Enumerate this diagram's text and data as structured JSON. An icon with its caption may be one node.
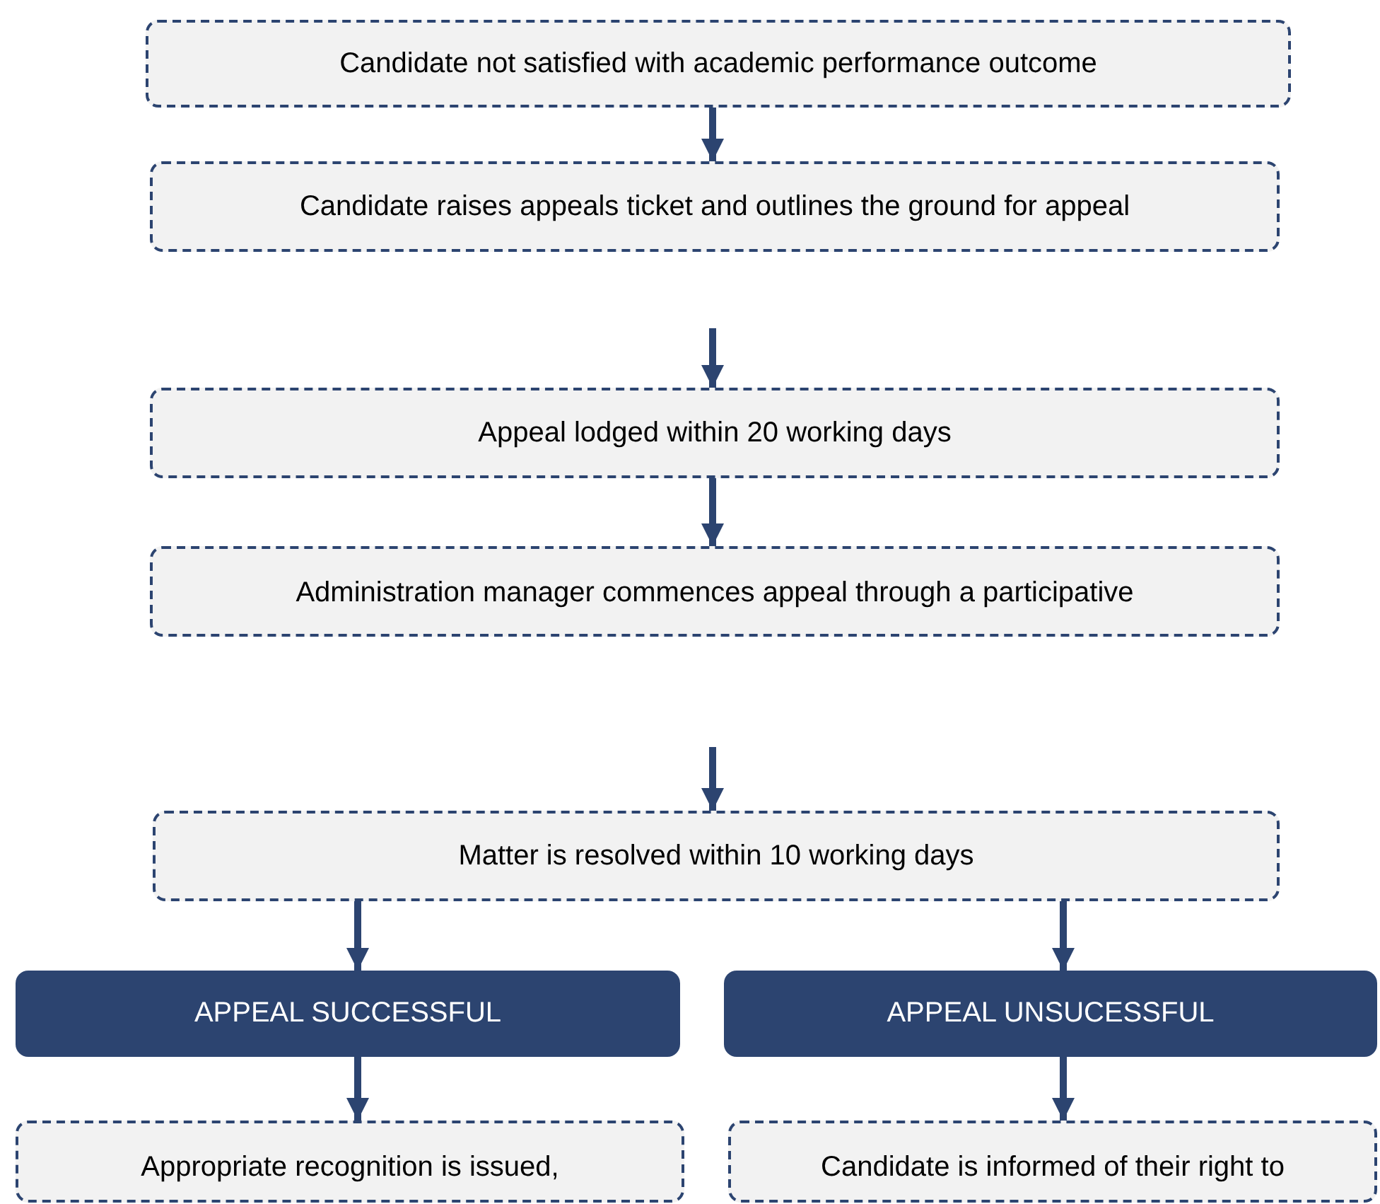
{
  "diagram": {
    "nodes": [
      {
        "text": [
          "Candidate not satisfied with academic performance outcome"
        ]
      },
      {
        "text": [
          "Candidate raises appeals ticket and outlines the ground for appeal"
        ]
      },
      {
        "text": [
          "Appeal lodged within 20 working days"
        ]
      },
      {
        "text": [
          "Administration manager commences appeal through a participative"
        ]
      },
      {
        "text": [
          "Matter is resolved within 10 working days"
        ]
      },
      {
        "text": [
          "APPEAL SUCCESSFUL"
        ]
      },
      {
        "text": [
          "APPEAL UNSUCESSFUL"
        ]
      },
      {
        "text": [
          "Appropriate recognition is issued,"
        ]
      },
      {
        "text": [
          "Candidate is informed of their right to"
        ]
      }
    ],
    "edges": [
      {
        "from": 0,
        "to": 1,
        "arrow": "to"
      },
      {
        "from": null,
        "to": 2,
        "arrow": "to"
      },
      {
        "from": 2,
        "to": 3,
        "arrow": "to"
      },
      {
        "from": null,
        "to": 4,
        "arrow": "to"
      },
      {
        "from": 4,
        "to": 5,
        "arrow": "to"
      },
      {
        "from": 4,
        "to": 6,
        "arrow": "to"
      },
      {
        "from": 5,
        "to": 7,
        "arrow": "to"
      },
      {
        "from": 6,
        "to": 8,
        "arrow": "to"
      }
    ]
  }
}
